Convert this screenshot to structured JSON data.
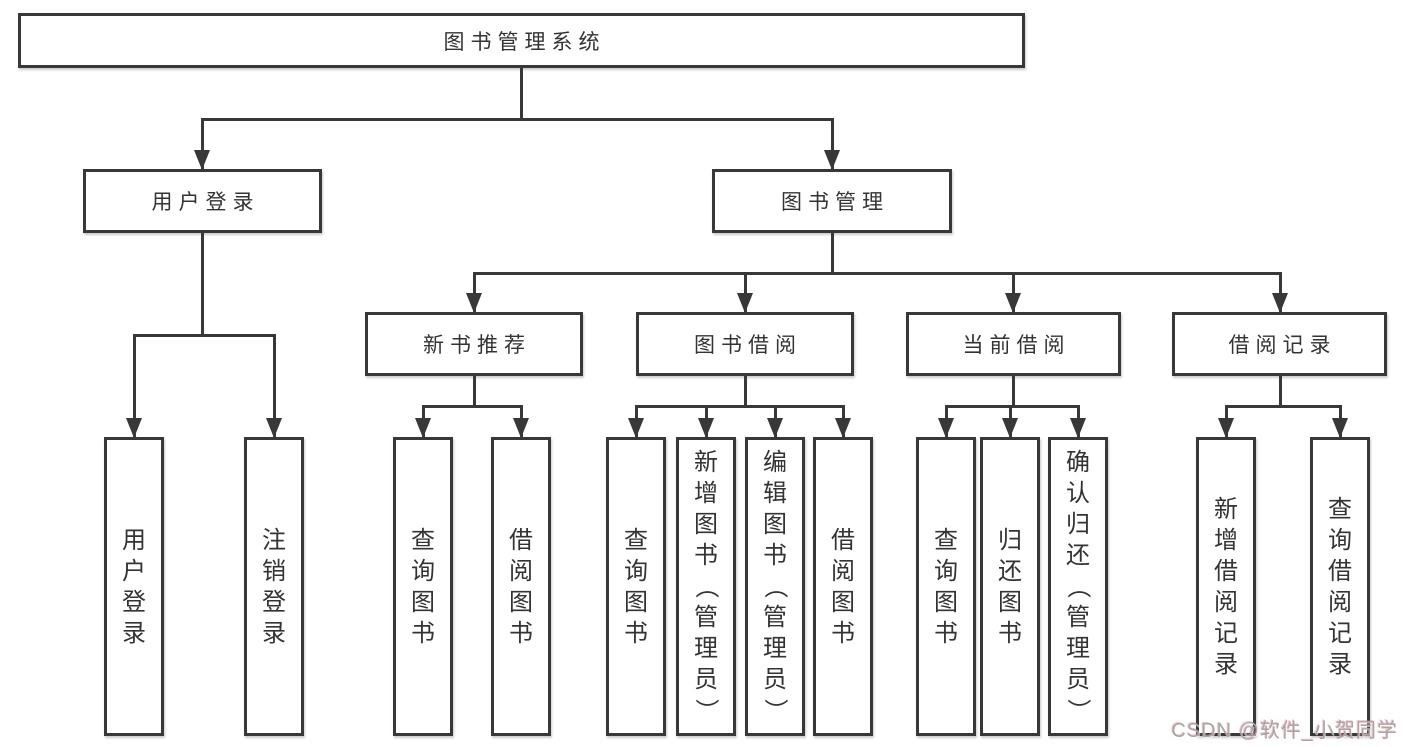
{
  "title": "图书管理系统",
  "watermark": "CSDN @软件_小贺同学",
  "colors": {
    "background": "#ffffff",
    "line": "#383838",
    "box_fill": "#ffffff",
    "text": "#333333",
    "watermark_text": "#a6a6a6"
  },
  "tree": {
    "id": "root",
    "label": "图书管理系统",
    "children": [
      {
        "id": "login",
        "label": "用户登录",
        "children": [
          {
            "id": "login-user",
            "label": "用户登录"
          },
          {
            "id": "login-logout",
            "label": "注销登录"
          }
        ]
      },
      {
        "id": "mgmt",
        "label": "图书管理",
        "children": [
          {
            "id": "rec",
            "label": "新书推荐",
            "children": [
              {
                "id": "rec-query",
                "label": "查询图书"
              },
              {
                "id": "rec-borrow",
                "label": "借阅图书"
              }
            ]
          },
          {
            "id": "borrow",
            "label": "图书借阅",
            "children": [
              {
                "id": "borrow-query",
                "label": "查询图书"
              },
              {
                "id": "borrow-add",
                "label": "新增图书（管理员）"
              },
              {
                "id": "borrow-edit",
                "label": "编辑图书（管理员）"
              },
              {
                "id": "borrow-borrow",
                "label": "借阅图书"
              }
            ]
          },
          {
            "id": "current",
            "label": "当前借阅",
            "children": [
              {
                "id": "current-query",
                "label": "查询图书"
              },
              {
                "id": "current-return",
                "label": "归还图书"
              },
              {
                "id": "current-confirm",
                "label": "确认归还（管理员）"
              }
            ]
          },
          {
            "id": "records",
            "label": "借阅记录",
            "children": [
              {
                "id": "records-add",
                "label": "新增借阅记录"
              },
              {
                "id": "records-query",
                "label": "查询借阅记录"
              }
            ]
          }
        ]
      }
    ]
  }
}
